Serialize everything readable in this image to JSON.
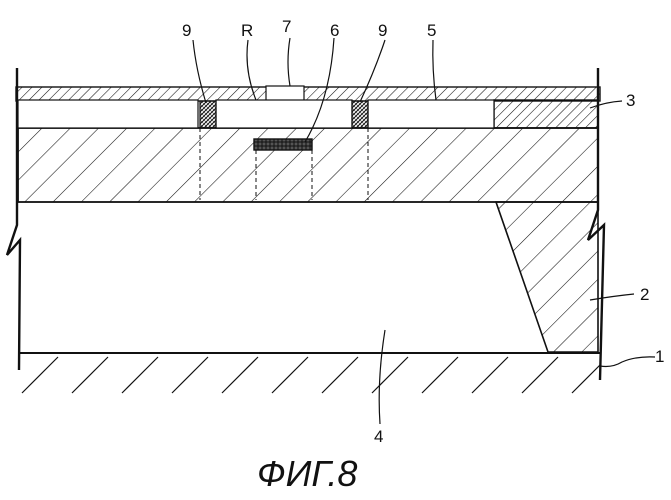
{
  "figure": {
    "caption": "ФИГ.8",
    "labels": {
      "l9a": "9",
      "lR": "R",
      "l7": "7",
      "l6": "6",
      "l9b": "9",
      "l5": "5",
      "l3": "3",
      "l2": "2",
      "l1": "1",
      "l4": "4"
    }
  }
}
